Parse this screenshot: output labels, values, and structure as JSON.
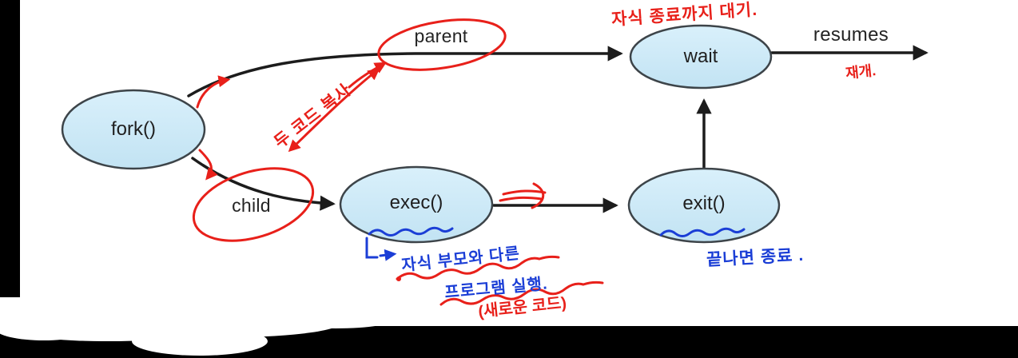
{
  "diagram": {
    "description": "process lifecycle diagram with fork, exec, exit and wait states",
    "nodes": {
      "fork": "fork()",
      "exec": "exec()",
      "exit": "exit()",
      "wait": "wait"
    },
    "edges": {
      "parent_label": "parent",
      "child_label": "child",
      "resumes_label": "resumes"
    },
    "colors": {
      "node_fill_top": "#d9f0fb",
      "node_fill_bottom": "#c2e3f3",
      "node_border": "#3d4449",
      "arrow_black": "#1c1c1c",
      "ink_red": "#e8201a",
      "ink_blue": "#1b3ed6",
      "mask_black": "#000000",
      "background": "#ffffff"
    }
  },
  "handwritten": {
    "red": {
      "wait_note": "자식 종료까지 대기.",
      "resume_note": "재개.",
      "fork_note": "두 코드 복사",
      "exec_note_paren": "(새로운 코드)"
    },
    "blue": {
      "exec_note_line1": "자식 부모와 다른",
      "exec_note_line2": "프로그램 실행.",
      "exit_note": "끝나면 종료 ."
    }
  }
}
